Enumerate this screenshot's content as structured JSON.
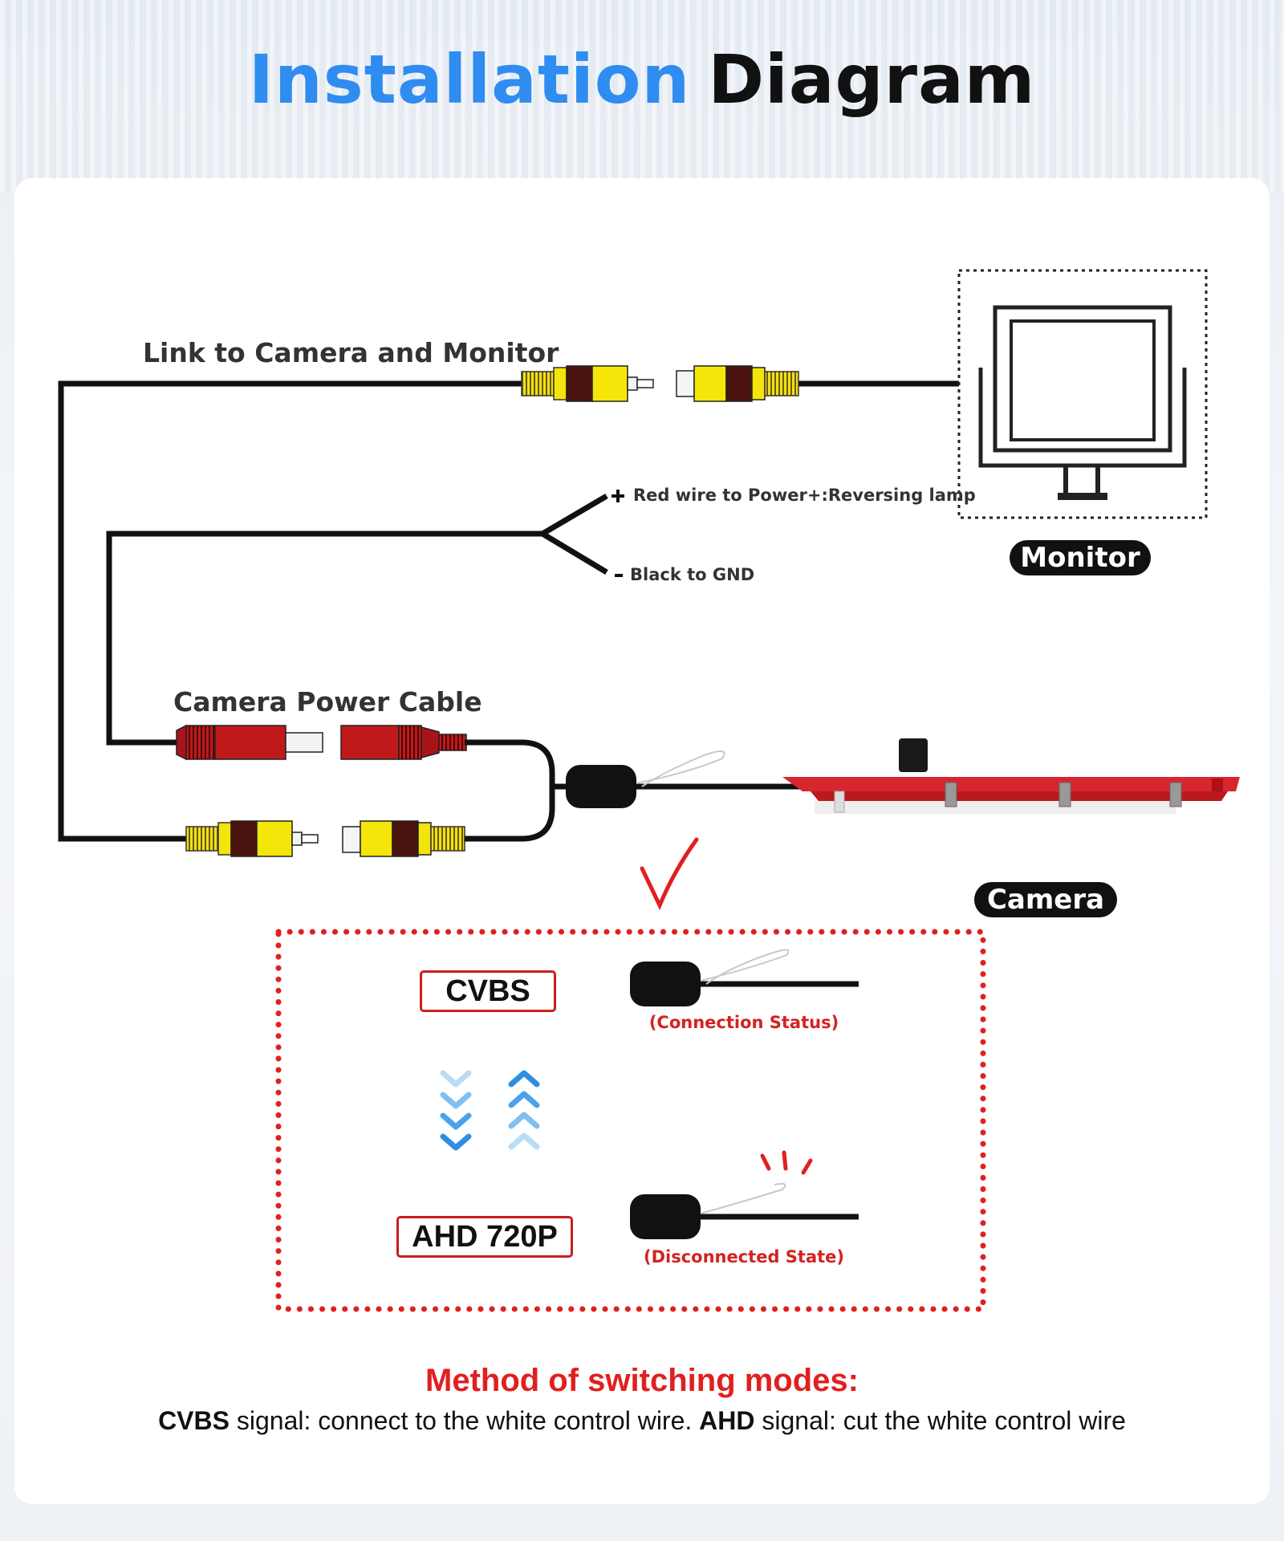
{
  "title": {
    "part1": "Installation",
    "part2": "Diagram"
  },
  "labels": {
    "link": "Link to Camera and Monitor",
    "red_wire": "Red wire to Power+:Reversing lamp",
    "black_wire": "Black to GND",
    "power_cable": "Camera Power Cable"
  },
  "badges": {
    "monitor": "Monitor",
    "camera": "Camera"
  },
  "modes": {
    "cvbs": {
      "label": "CVBS",
      "status": "(Connection Status)"
    },
    "ahd": {
      "label": "AHD 720P",
      "status": "(Disconnected State)"
    }
  },
  "footer": {
    "heading": "Method of switching modes:",
    "cvbs_bold": "CVBS",
    "cvbs_text": " signal: connect to the white control wire. ",
    "ahd_bold": "AHD",
    "ahd_text": " signal: cut the white control wire"
  },
  "colors": {
    "title_blue": "#2f8cf0",
    "accent_red": "#e02020",
    "rca_yellow": "#f5e60a",
    "power_red": "#c0191c"
  }
}
